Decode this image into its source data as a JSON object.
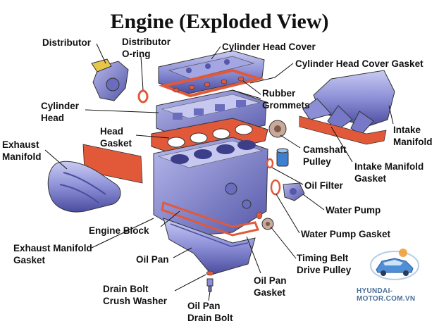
{
  "title": "Engine (Exploded View)",
  "labels": {
    "distributor": "Distributor",
    "distributor_oring": "Distributor\nO-ring",
    "cylinder_head_cover": "Cylinder Head Cover",
    "cylinder_head_cover_gasket": "Cylinder Head Cover Gasket",
    "rubber_grommets": "Rubber\nGrommets",
    "cylinder_head": "Cylinder\nHead",
    "intake_manifold": "Intake\nManifold",
    "head_gasket": "Head\nGasket",
    "camshaft_pulley": "Camshaft\nPulley",
    "exhaust_manifold": "Exhaust\nManifold",
    "intake_manifold_gasket": "Intake Manifold\nGasket",
    "oil_filter": "Oil Filter",
    "water_pump": "Water Pump",
    "engine_block": "Engine Block",
    "water_pump_gasket": "Water Pump Gasket",
    "exhaust_manifold_gasket": "Exhaust Manifold\nGasket",
    "timing_belt_drive_pulley": "Timing Belt\nDrive Pulley",
    "oil_pan": "Oil Pan",
    "oil_pan_gasket": "Oil Pan\nGasket",
    "drain_bolt_crush_washer": "Drain Bolt\nCrush Washer",
    "oil_pan_drain_bolt": "Oil Pan\nDrain Bolt"
  },
  "watermark": "HYUNDAI-MOTOR.COM.VN",
  "colors": {
    "part_blue": "#8c8fd6",
    "part_dark": "#4a4c9e",
    "gasket": "#e2593a",
    "leader": "#111111"
  }
}
